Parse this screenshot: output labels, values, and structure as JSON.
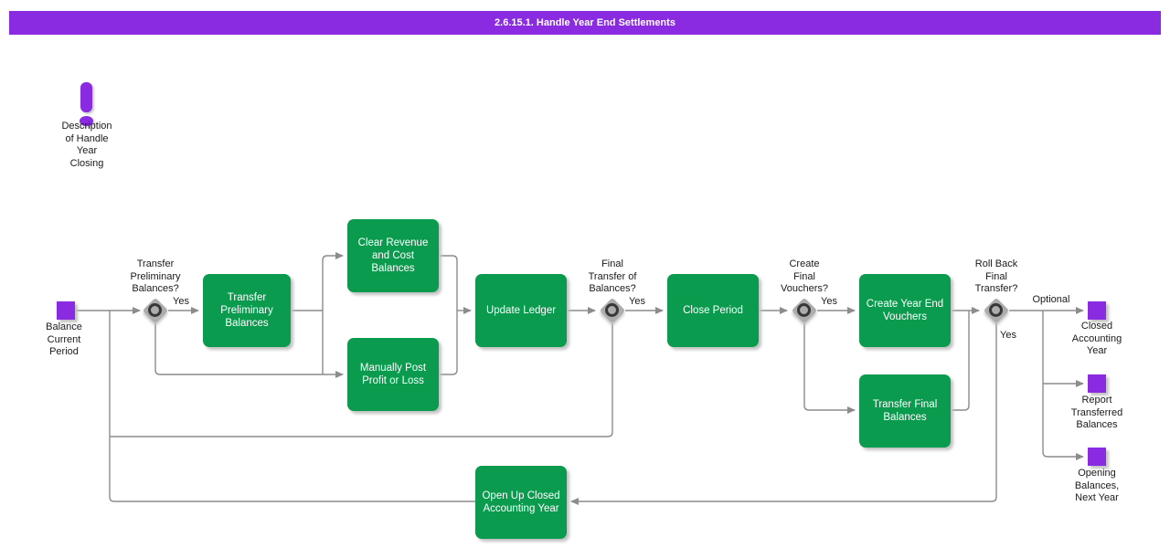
{
  "title_bar": {
    "title": "2.6.15.1. Handle Year End Settlements"
  },
  "note": {
    "icon": "exclamation-icon",
    "label": "Description\nof Handle\nYear\nClosing"
  },
  "events": {
    "balance_current_period": {
      "label": "Balance\nCurrent\nPeriod"
    },
    "closed_accounting_year": {
      "label": "Closed\nAccounting\nYear"
    },
    "report_transferred_balances": {
      "label": "Report\nTransferred\nBalances"
    },
    "opening_balances_next_year": {
      "label": "Opening\nBalances,\nNext Year"
    }
  },
  "activities": {
    "transfer_preliminary_balances": {
      "label": "Transfer\nPreliminary\nBalances"
    },
    "clear_revenue_and_cost_balances": {
      "label": "Clear Revenue\nand Cost\nBalances"
    },
    "manually_post_profit_or_loss": {
      "label": "Manually Post\nProfit or Loss"
    },
    "update_ledger": {
      "label": "Update Ledger"
    },
    "close_period": {
      "label": "Close Period"
    },
    "create_year_end_vouchers": {
      "label": "Create Year End\nVouchers"
    },
    "transfer_final_balances": {
      "label": "Transfer Final\nBalances"
    },
    "open_up_closed_accounting_year": {
      "label": "Open Up Closed\nAccounting Year"
    }
  },
  "gateways": {
    "transfer_preliminary": {
      "question": "Transfer\nPreliminary\nBalances?",
      "yes_label": "Yes"
    },
    "final_transfer": {
      "question": "Final\nTransfer of\nBalances?",
      "yes_label": "Yes"
    },
    "create_final_vouchers": {
      "question": "Create\nFinal\nVouchers?",
      "yes_label": "Yes"
    },
    "roll_back_final_transfer": {
      "question": "Roll Back\nFinal\nTransfer?",
      "yes_label": "Yes",
      "optional_label": "Optional"
    }
  },
  "colors": {
    "title_bar_purple": "#8A2BE2",
    "event_purple": "#8A2BE2",
    "activity_green": "#0A9B4E",
    "connector_gray": "#8C8C8C",
    "gateway_gray": "#ACACAC",
    "label_text": "#1A1A1A"
  }
}
